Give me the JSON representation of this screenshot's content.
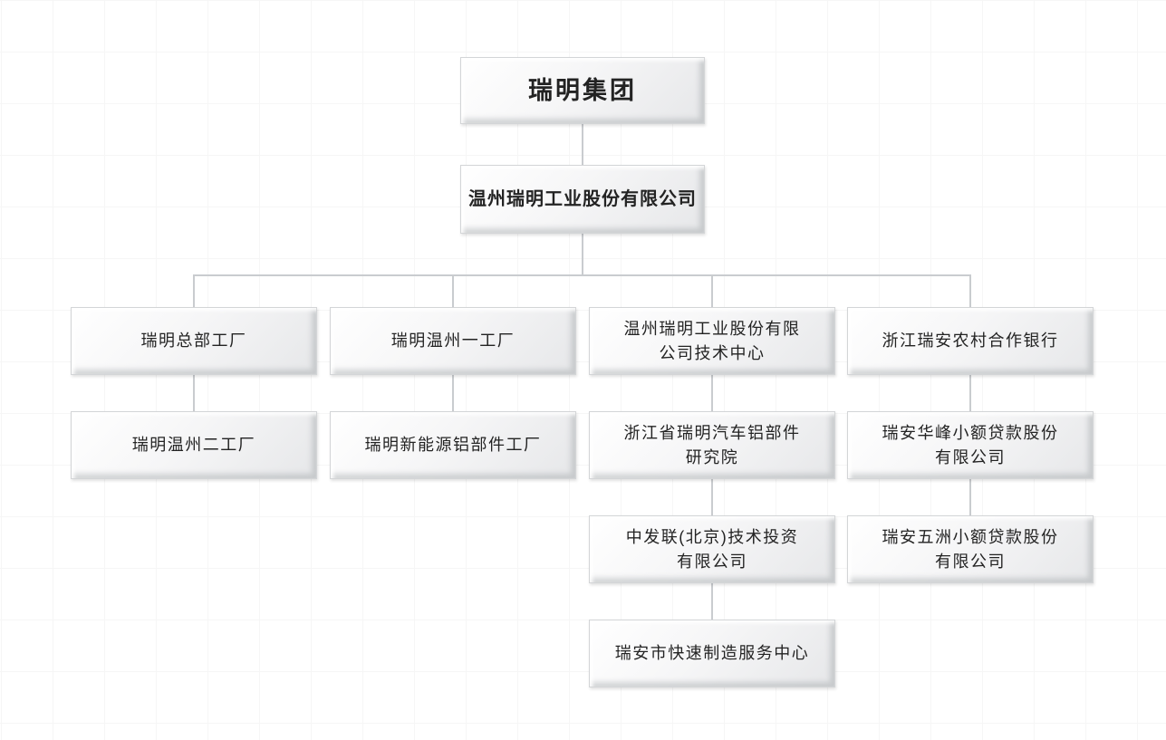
{
  "diagram": {
    "type": "org-chart",
    "company_group": "瑞明集团"
  },
  "colors": {
    "connector_line": "#c9cccf",
    "box_face_light": "#ffffff",
    "box_face_dark": "#e6e7e9",
    "box_border": "#d3d5d7",
    "text": "#232323",
    "background_grid": "#f6f6f6"
  },
  "nodes": {
    "root": "瑞明集团",
    "hq": "温州瑞明工业股份有限公司",
    "c1r1": "瑞明总部工厂",
    "c1r2": "瑞明温州二工厂",
    "c2r1": "瑞明温州一工厂",
    "c2r2": "瑞明新能源铝部件工厂",
    "c3r1": "温州瑞明工业股份有限\n公司技术中心",
    "c3r2": "浙江省瑞明汽车铝部件\n研究院",
    "c3r3": "中发联(北京)技术投资\n有限公司",
    "c3r4": "瑞安市快速制造服务中心",
    "c4r1": "浙江瑞安农村合作银行",
    "c4r2": "瑞安华峰小额贷款股份\n有限公司",
    "c4r3": "瑞安五洲小额贷款股份\n有限公司"
  }
}
